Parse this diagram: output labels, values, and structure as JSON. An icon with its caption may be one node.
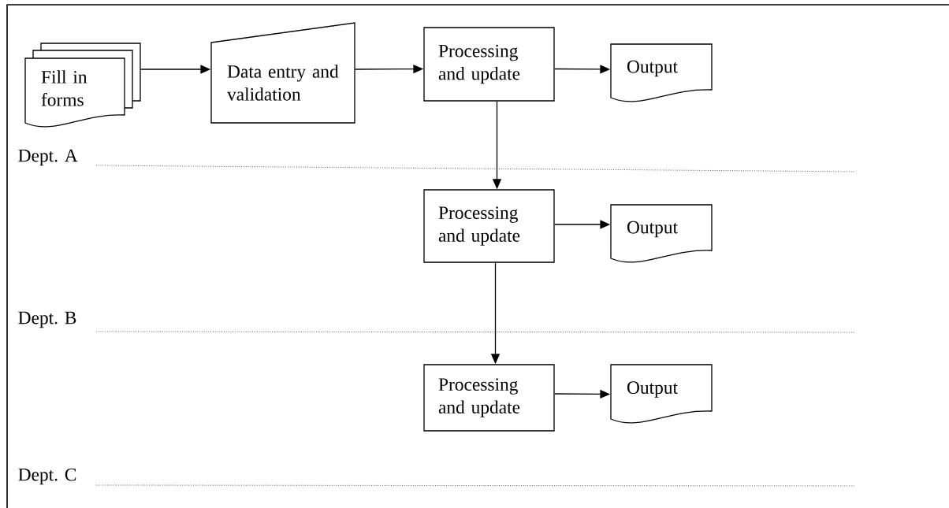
{
  "diagram": {
    "nodes": [
      {
        "text": [
          "Fill in forms"
        ]
      },
      {
        "text": [
          "Data entry and validation"
        ]
      },
      {
        "text": [
          "Processing and update"
        ]
      },
      {
        "text": [
          "Output"
        ]
      },
      {
        "text": [
          "Processing and update"
        ]
      },
      {
        "text": [
          "Output"
        ]
      },
      {
        "text": [
          "Processing and update"
        ]
      },
      {
        "text": [
          "Output"
        ]
      }
    ],
    "edges": [
      {
        "from": 0,
        "to": 1,
        "arrow": "to"
      },
      {
        "from": 1,
        "to": 2,
        "arrow": "to"
      },
      {
        "from": 2,
        "to": 3,
        "arrow": "to"
      },
      {
        "from": 2,
        "to": 4,
        "arrow": "to"
      },
      {
        "from": 4,
        "to": 5,
        "arrow": "to"
      },
      {
        "from": 4,
        "to": 6,
        "arrow": "to"
      },
      {
        "from": 6,
        "to": 7,
        "arrow": "to"
      }
    ],
    "labels": [
      "Dept. A",
      "Dept. B",
      "Dept. C"
    ]
  }
}
